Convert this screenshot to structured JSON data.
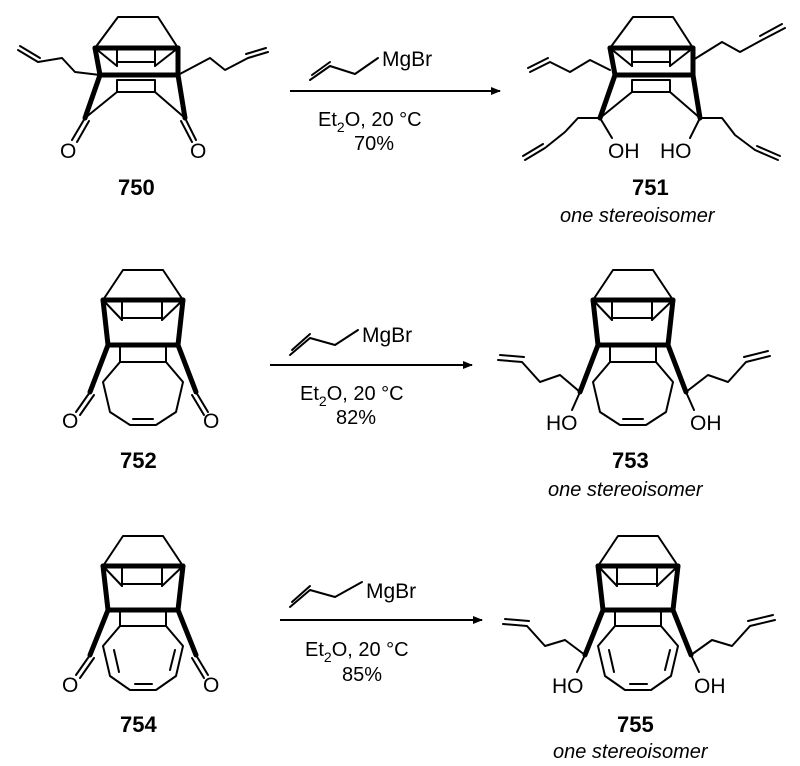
{
  "rows": [
    {
      "reactant": {
        "label": "750",
        "atoms": [
          "O",
          "O"
        ]
      },
      "reagent": {
        "formula": "MgBr",
        "solvent_main": "Et",
        "solvent_sub": "2",
        "solvent_rest": "O, 20 °C",
        "yield": "70%"
      },
      "product": {
        "label": "751",
        "note": "one stereoisomer",
        "atoms": [
          "OH",
          "HO"
        ]
      }
    },
    {
      "reactant": {
        "label": "752",
        "atoms": [
          "O",
          "O"
        ]
      },
      "reagent": {
        "formula": "MgBr",
        "solvent_main": "Et",
        "solvent_sub": "2",
        "solvent_rest": "O, 20 °C",
        "yield": "82%"
      },
      "product": {
        "label": "753",
        "note": "one stereoisomer",
        "atoms": [
          "HO",
          "OH"
        ]
      }
    },
    {
      "reactant": {
        "label": "754",
        "atoms": [
          "O",
          "O"
        ]
      },
      "reagent": {
        "formula": "MgBr",
        "solvent_main": "Et",
        "solvent_sub": "2",
        "solvent_rest": "O, 20 °C",
        "yield": "85%"
      },
      "product": {
        "label": "755",
        "note": "one stereoisomer",
        "atoms": [
          "HO",
          "OH"
        ]
      }
    }
  ]
}
